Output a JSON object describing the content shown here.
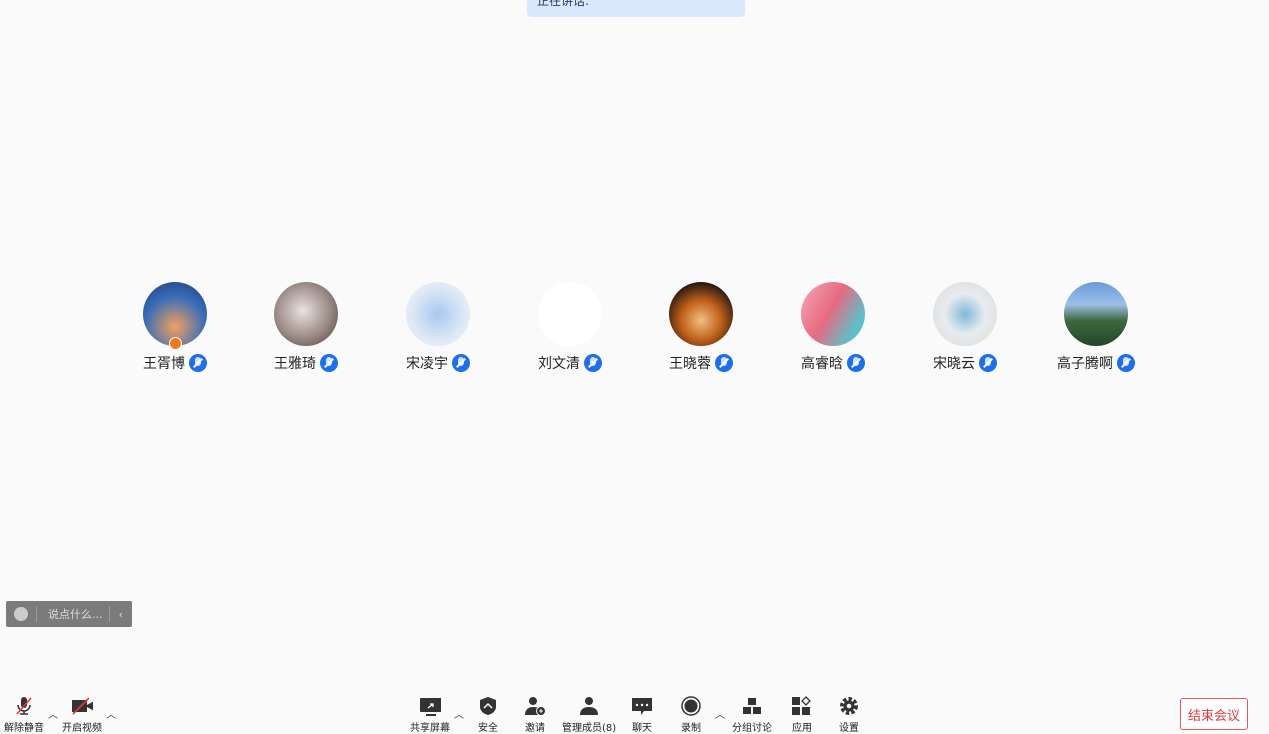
{
  "speaking_label": "正在讲话:",
  "participants": [
    {
      "name": "王胥博",
      "host": true
    },
    {
      "name": "王雅琦"
    },
    {
      "name": "宋凌宇"
    },
    {
      "name": "刘文清"
    },
    {
      "name": "王晓蓉"
    },
    {
      "name": "高睿晗"
    },
    {
      "name": "宋晓云"
    },
    {
      "name": "高子腾啊"
    }
  ],
  "chat": {
    "placeholder": "说点什么..."
  },
  "toolbar": {
    "unmute": "解除静音",
    "video": "开启视频",
    "share": "共享屏幕",
    "security": "安全",
    "invite": "邀请",
    "members": "管理成员(8)",
    "chat": "聊天",
    "record": "录制",
    "breakout": "分组讨论",
    "apps": "应用",
    "settings": "设置"
  },
  "end_meeting": "结束会议"
}
